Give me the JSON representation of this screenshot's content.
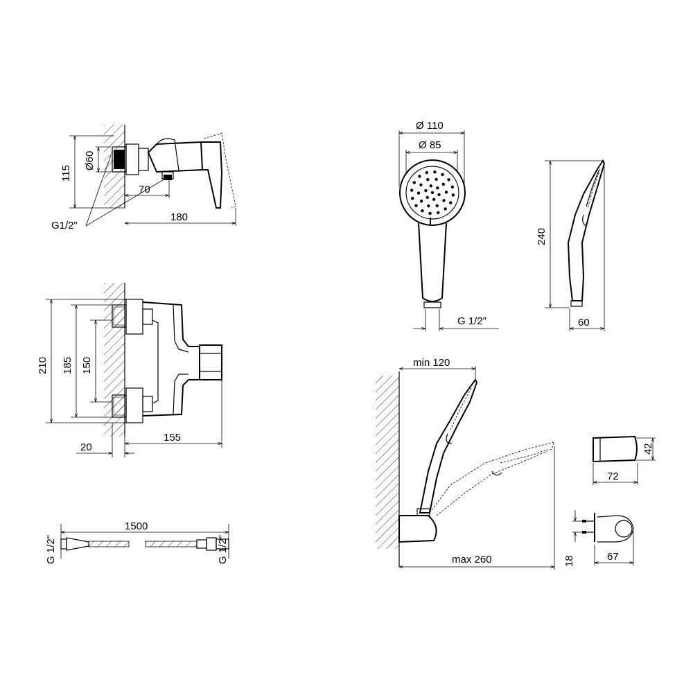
{
  "labels": {
    "top_height": "115",
    "top_diameter": "Ø60",
    "top_offset": "70",
    "top_length": "180",
    "top_thread": "G1/2\"",
    "mid_total": "210",
    "mid_185": "185",
    "mid_150": "150",
    "mid_20": "20",
    "mid_155": "155",
    "hose_length": "1500",
    "hose_thread_left": "G 1/2\"",
    "hose_thread_right": "G 1/2\"",
    "head_outer": "Ø 110",
    "head_inner": "Ø 85",
    "head_thread": "G 1/2\"",
    "side_height": "240",
    "side_depth": "60",
    "wall_min": "min 120",
    "wall_max": "max 260",
    "holder_height": "42",
    "holder_width": "72",
    "bracket_height": "18",
    "bracket_width": "67"
  }
}
